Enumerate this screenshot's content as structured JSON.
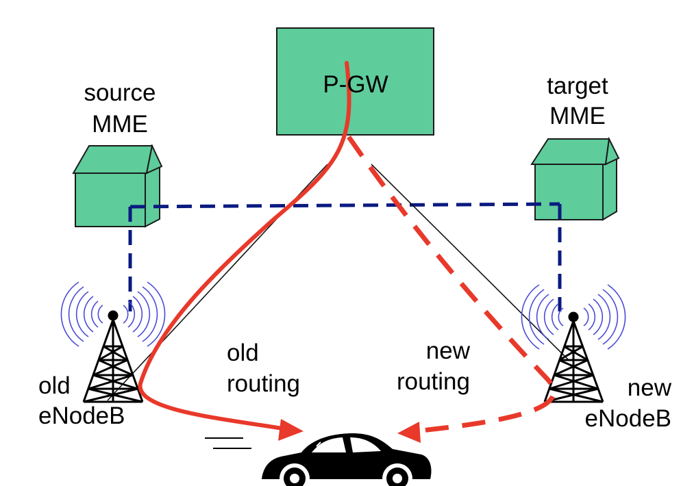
{
  "pgw": {
    "label": "P-GW",
    "fill": "#5ecc9b"
  },
  "source_mme": {
    "line1": "source",
    "line2": "MME"
  },
  "target_mme": {
    "line1": "target",
    "line2": "MME"
  },
  "old_enodeb": {
    "line1": "old",
    "line2": "eNodeB"
  },
  "new_enodeb": {
    "line1": "new",
    "line2": "eNodeB"
  },
  "old_routing": {
    "line1": "old",
    "line2": "routing"
  },
  "new_routing": {
    "line1": "new",
    "line2": "routing"
  },
  "colors": {
    "node_fill": "#5ecc9b",
    "routing_path": "#e8392a",
    "control_link": "#0a1a80",
    "radio_waves": "#4a4ad8"
  },
  "icons": [
    "mme-building-icon",
    "cell-tower-icon",
    "radio-waves-icon",
    "car-icon"
  ]
}
